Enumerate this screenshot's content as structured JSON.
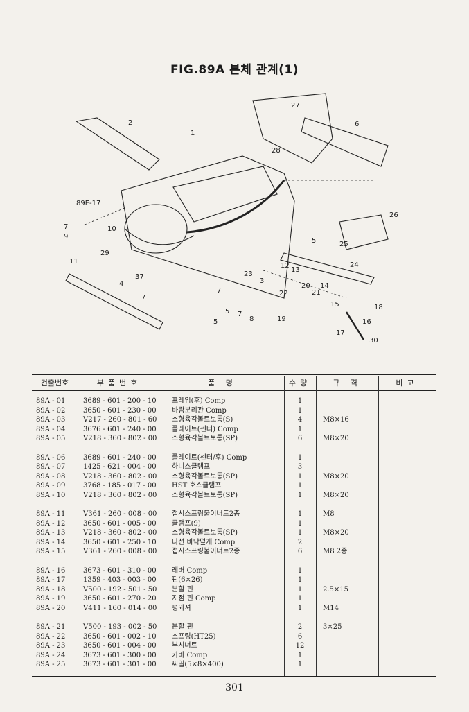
{
  "figure": {
    "title": "FIG.89A 본체 관계(1)",
    "callouts": [
      "27",
      "2",
      "1",
      "6",
      "28",
      "89E-17",
      "26",
      "7",
      "10",
      "9",
      "29",
      "11",
      "5",
      "25",
      "12",
      "13",
      "24",
      "37",
      "3",
      "23",
      "14",
      "4",
      "20",
      "21",
      "22",
      "7",
      "15",
      "18",
      "7",
      "5",
      "5",
      "7",
      "8",
      "19",
      "16",
      "17",
      "30"
    ]
  },
  "table": {
    "headers": [
      "건출번호",
      "부품번호",
      "품 명",
      "수량",
      "규 격",
      "비고"
    ],
    "groups": [
      [
        {
          "no": "89A - 01",
          "part": "3689 - 601 - 200 - 10",
          "name": "프레임(후) Comp",
          "qty": "1",
          "spec": ""
        },
        {
          "no": "89A - 02",
          "part": "3650 - 601 - 230 - 00",
          "name": "바람분리관 Comp",
          "qty": "1",
          "spec": ""
        },
        {
          "no": "89A - 03",
          "part": "V217 - 260 - 801 - 60",
          "name": "소형육각볼트보통(S)",
          "qty": "4",
          "spec": "M8×16"
        },
        {
          "no": "89A - 04",
          "part": "3676 - 601 - 240 - 00",
          "name": "플레이트(센터) Comp",
          "qty": "1",
          "spec": ""
        },
        {
          "no": "89A - 05",
          "part": "V218 - 360 - 802 - 00",
          "name": "소형육각볼트보통(SP)",
          "qty": "6",
          "spec": "M8×20"
        }
      ],
      [
        {
          "no": "89A - 06",
          "part": "3689 - 601 - 240 - 00",
          "name": "플레이트(센터/후) Comp",
          "qty": "1",
          "spec": ""
        },
        {
          "no": "89A - 07",
          "part": "1425 - 621 - 004 - 00",
          "name": "하니스클램프",
          "qty": "3",
          "spec": ""
        },
        {
          "no": "89A - 08",
          "part": "V218 - 360 - 802 - 00",
          "name": "소형육각볼트보통(SP)",
          "qty": "1",
          "spec": "M8×20"
        },
        {
          "no": "89A - 09",
          "part": "3768 - 185 - 017 - 00",
          "name": "HST 호스클램프",
          "qty": "1",
          "spec": ""
        },
        {
          "no": "89A - 10",
          "part": "V218 - 360 - 802 - 00",
          "name": "소형육각볼트보통(SP)",
          "qty": "1",
          "spec": "M8×20"
        }
      ],
      [
        {
          "no": "89A - 11",
          "part": "V361 - 260 - 008 - 00",
          "name": "접시스프링붙이너트2종",
          "qty": "1",
          "spec": "M8"
        },
        {
          "no": "89A - 12",
          "part": "3650 - 601 - 005 - 00",
          "name": "클램프(9)",
          "qty": "1",
          "spec": ""
        },
        {
          "no": "89A - 13",
          "part": "V218 - 360 - 802 - 00",
          "name": "소형육각볼트보통(SP)",
          "qty": "1",
          "spec": "M8×20"
        },
        {
          "no": "89A - 14",
          "part": "3650 - 601 - 250 - 10",
          "name": "나선 바닥덮개 Comp",
          "qty": "2",
          "spec": ""
        },
        {
          "no": "89A - 15",
          "part": "V361 - 260 - 008 - 00",
          "name": "접시스프링붙이너트2종",
          "qty": "6",
          "spec": "M8 2종"
        }
      ],
      [
        {
          "no": "89A - 16",
          "part": "3673 - 601 - 310 - 00",
          "name": "레버 Comp",
          "qty": "1",
          "spec": ""
        },
        {
          "no": "89A - 17",
          "part": "1359 - 403 - 003 - 00",
          "name": "핀(6×26)",
          "qty": "1",
          "spec": ""
        },
        {
          "no": "89A - 18",
          "part": "V500 - 192 - 501 - 50",
          "name": "분할 핀",
          "qty": "1",
          "spec": "2.5×15"
        },
        {
          "no": "89A - 19",
          "part": "3650 - 601 - 270 - 20",
          "name": "지점 핀 Comp",
          "qty": "1",
          "spec": ""
        },
        {
          "no": "89A - 20",
          "part": "V411 - 160 - 014 - 00",
          "name": "평와셔",
          "qty": "1",
          "spec": "M14"
        }
      ],
      [
        {
          "no": "89A - 21",
          "part": "V500 - 193 - 002 - 50",
          "name": "분할 핀",
          "qty": "2",
          "spec": "3×25"
        },
        {
          "no": "89A - 22",
          "part": "3650 - 601 - 002 - 10",
          "name": "스프링(HT25)",
          "qty": "6",
          "spec": ""
        },
        {
          "no": "89A - 23",
          "part": "3650 - 601 - 004 - 00",
          "name": "부시너트",
          "qty": "12",
          "spec": ""
        },
        {
          "no": "89A - 24",
          "part": "3673 - 601 - 300 - 00",
          "name": "카바 Comp",
          "qty": "1",
          "spec": ""
        },
        {
          "no": "89A - 25",
          "part": "3673 - 601 - 301 - 00",
          "name": "씨일(5×8×400)",
          "qty": "1",
          "spec": ""
        }
      ]
    ]
  },
  "page_number": "301"
}
